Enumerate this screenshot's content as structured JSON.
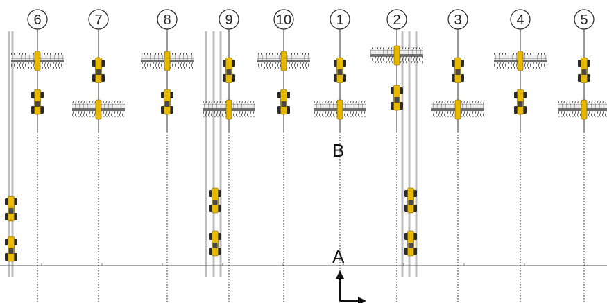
{
  "diagram": {
    "lanes": [
      {
        "number": "6",
        "implement": "top",
        "tractor": "bottom"
      },
      {
        "number": "7",
        "implement": "bottom",
        "tractor": "top"
      },
      {
        "number": "8",
        "implement": "top",
        "tractor": "bottom"
      },
      {
        "number": "9",
        "implement": "bottom",
        "tractor": "top"
      },
      {
        "number": "10",
        "implement": "top",
        "tractor": "bottom"
      },
      {
        "number": "1",
        "implement": "bottom",
        "tractor": "top"
      },
      {
        "number": "2",
        "implement": "top",
        "tractor": "bottom"
      },
      {
        "number": "3",
        "implement": "bottom",
        "tractor": "top"
      },
      {
        "number": "4",
        "implement": "top",
        "tractor": "bottom"
      },
      {
        "number": "5",
        "implement": "bottom",
        "tractor": "top"
      }
    ],
    "point_a": "A",
    "point_b": "B",
    "colors": {
      "tractor_body": "#e6b800",
      "tractor_dark": "#2a2a2a",
      "implement": "#6e6e6e",
      "track_line": "#bdbdbd",
      "guide_line": "#333333"
    }
  }
}
